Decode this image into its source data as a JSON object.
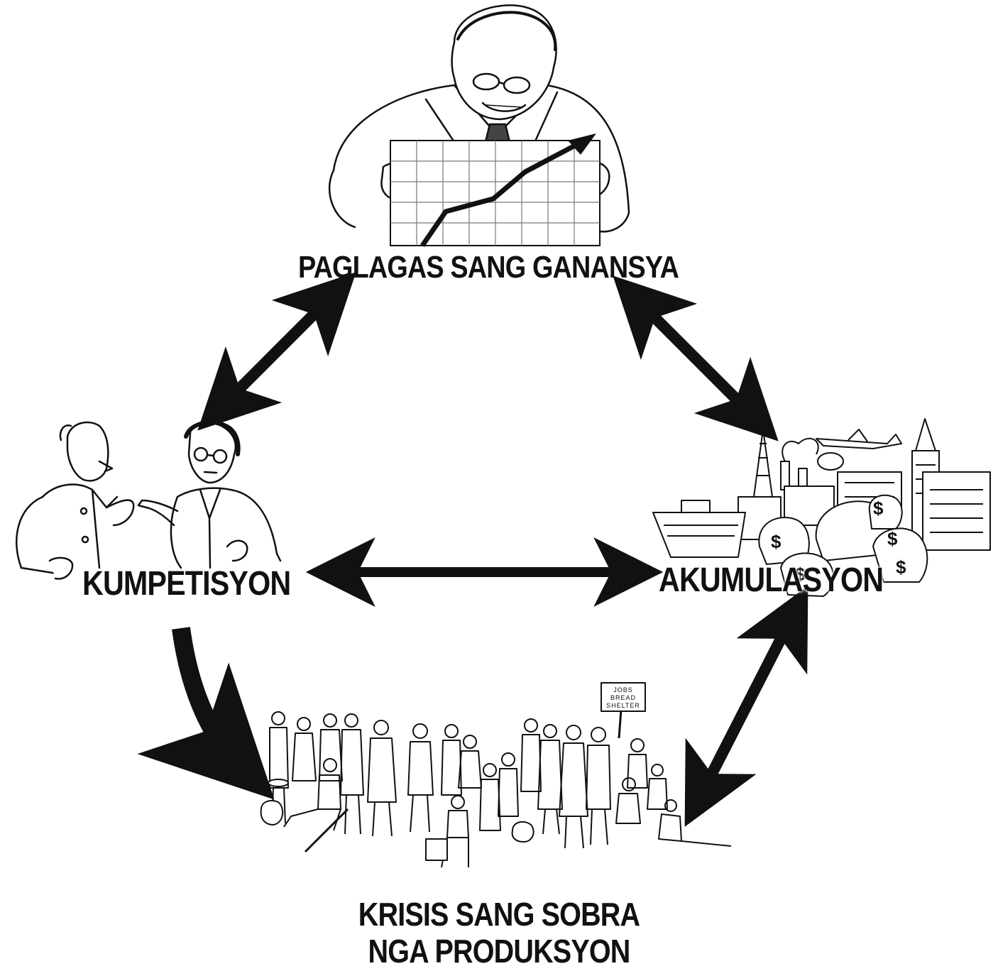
{
  "diagram": {
    "nodes": {
      "top": {
        "label": "PAGLAGAS SANG GANANSYA",
        "illustration": "businessman-with-rising-chart"
      },
      "left": {
        "label": "KUMPETISYON",
        "illustration": "two-men-arguing"
      },
      "right": {
        "label": "AKUMULASYON",
        "illustration": "industrial-city-with-money-bags"
      },
      "bottom": {
        "label_line1": "KRISIS SANG SOBRA",
        "label_line2": "NGA PRODUKSYON",
        "illustration": "crowd-of-unemployed-people",
        "sign_lines": [
          "JOBS",
          "BREAD",
          "SHELTER"
        ]
      }
    },
    "arrows": [
      {
        "from": "top",
        "to": "left",
        "type": "double"
      },
      {
        "from": "top",
        "to": "right",
        "type": "double"
      },
      {
        "from": "left",
        "to": "right",
        "type": "double"
      },
      {
        "from": "left",
        "to": "bottom",
        "type": "single"
      },
      {
        "from": "right",
        "to": "bottom",
        "type": "double"
      }
    ],
    "colors": {
      "ink": "#111111",
      "background": "#ffffff"
    }
  }
}
